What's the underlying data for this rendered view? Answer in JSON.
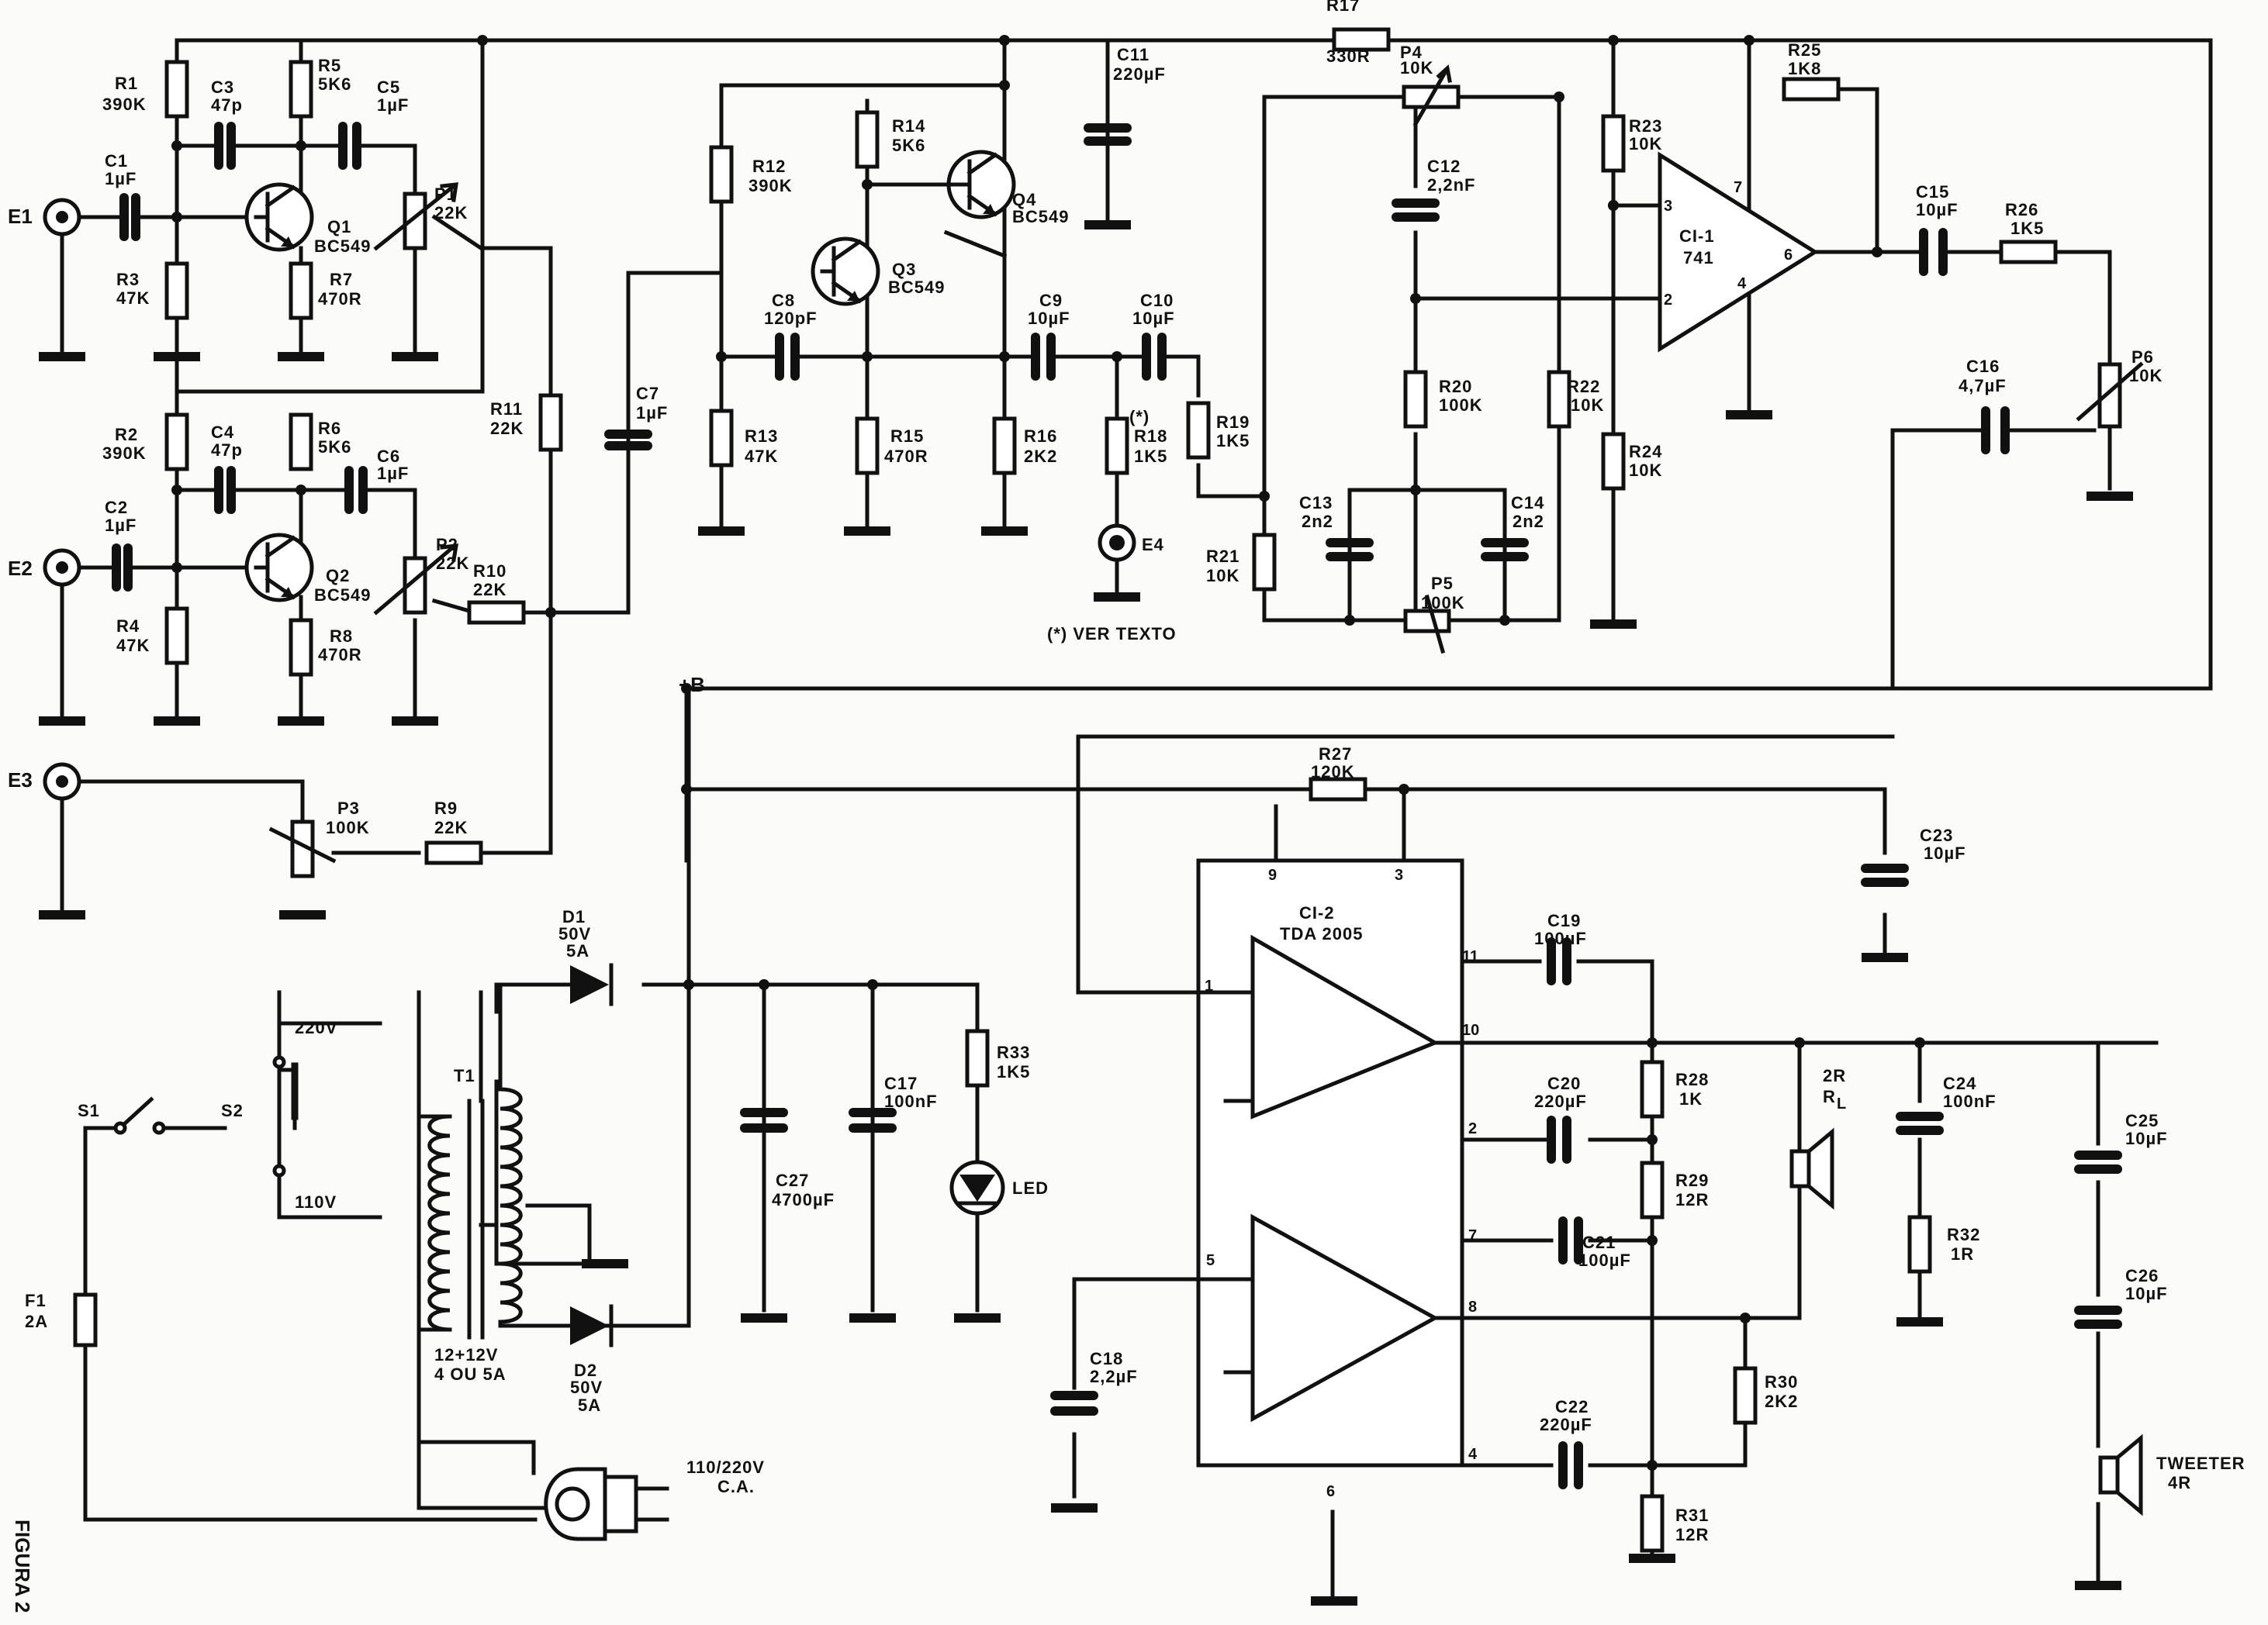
{
  "figure_label": "FIGURA 2",
  "note": "(*) VER TEXTO",
  "supply": {
    "rail": "+B",
    "mains": "110/220V",
    "mains_sub": "C.A."
  },
  "inputs": {
    "e1": "E1",
    "e2": "E2",
    "e3": "E3",
    "e4": "E4"
  },
  "transistors": {
    "q1": {
      "ref": "Q1",
      "type": "BC549"
    },
    "q2": {
      "ref": "Q2",
      "type": "BC549"
    },
    "q3": {
      "ref": "Q3",
      "type": "BC549"
    },
    "q4": {
      "ref": "Q4",
      "type": "BC549"
    }
  },
  "resistors": {
    "r1": {
      "ref": "R1",
      "val": "390K"
    },
    "r2": {
      "ref": "R2",
      "val": "390K"
    },
    "r3": {
      "ref": "R3",
      "val": "47K"
    },
    "r4": {
      "ref": "R4",
      "val": "47K"
    },
    "r5": {
      "ref": "R5",
      "val": "5K6"
    },
    "r6": {
      "ref": "R6",
      "val": "5K6"
    },
    "r7": {
      "ref": "R7",
      "val": "470R"
    },
    "r8": {
      "ref": "R8",
      "val": "470R"
    },
    "r9": {
      "ref": "R9",
      "val": "22K"
    },
    "r10": {
      "ref": "R10",
      "val": "22K"
    },
    "r11": {
      "ref": "R11",
      "val": "22K"
    },
    "r12": {
      "ref": "R12",
      "val": "390K"
    },
    "r13": {
      "ref": "R13",
      "val": "47K"
    },
    "r14": {
      "ref": "R14",
      "val": "5K6"
    },
    "r15": {
      "ref": "R15",
      "val": "470R"
    },
    "r16": {
      "ref": "R16",
      "val": "2K2"
    },
    "r17": {
      "ref": "R17",
      "val": "330R"
    },
    "r18": {
      "ref": "R18",
      "val": "1K5",
      "mark": "(*)"
    },
    "r19": {
      "ref": "R19",
      "val": "1K5"
    },
    "r20": {
      "ref": "R20",
      "val": "100K"
    },
    "r21": {
      "ref": "R21",
      "val": "10K"
    },
    "r22": {
      "ref": "R22",
      "val": "10K"
    },
    "r23": {
      "ref": "R23",
      "val": "10K"
    },
    "r24": {
      "ref": "R24",
      "val": "10K"
    },
    "r25": {
      "ref": "R25",
      "val": "1K8"
    },
    "r26": {
      "ref": "R26",
      "val": "1K5"
    },
    "r27": {
      "ref": "R27",
      "val": "120K"
    },
    "r28": {
      "ref": "R28",
      "val": "1K"
    },
    "r29": {
      "ref": "R29",
      "val": "12R"
    },
    "r30": {
      "ref": "R30",
      "val": "2K2"
    },
    "r31": {
      "ref": "R31",
      "val": "12R"
    },
    "r32": {
      "ref": "R32",
      "val": "1R"
    },
    "r33": {
      "ref": "R33",
      "val": "1K5"
    }
  },
  "pots": {
    "p1": {
      "ref": "P1",
      "val": "22K"
    },
    "p2": {
      "ref": "P2",
      "val": "22K"
    },
    "p3": {
      "ref": "P3",
      "val": "100K"
    },
    "p4": {
      "ref": "P4",
      "val": "10K"
    },
    "p5": {
      "ref": "P5",
      "val": "100K"
    },
    "p6": {
      "ref": "P6",
      "val": "10K"
    }
  },
  "capacitors": {
    "c1": {
      "ref": "C1",
      "val": "1µF"
    },
    "c2": {
      "ref": "C2",
      "val": "1µF"
    },
    "c3": {
      "ref": "C3",
      "val": "47p"
    },
    "c4": {
      "ref": "C4",
      "val": "47p"
    },
    "c5": {
      "ref": "C5",
      "val": "1µF"
    },
    "c6": {
      "ref": "C6",
      "val": "1µF"
    },
    "c7": {
      "ref": "C7",
      "val": "1µF"
    },
    "c8": {
      "ref": "C8",
      "val": "120pF"
    },
    "c9": {
      "ref": "C9",
      "val": "10µF"
    },
    "c10": {
      "ref": "C10",
      "val": "10µF"
    },
    "c11": {
      "ref": "C11",
      "val": "220µF"
    },
    "c12": {
      "ref": "C12",
      "val": "2,2nF"
    },
    "c13": {
      "ref": "C13",
      "val": "2n2"
    },
    "c14": {
      "ref": "C14",
      "val": "2n2"
    },
    "c15": {
      "ref": "C15",
      "val": "10µF"
    },
    "c16": {
      "ref": "C16",
      "val": "4,7µF"
    },
    "c17": {
      "ref": "C17",
      "val": "100nF"
    },
    "c18": {
      "ref": "C18",
      "val": "2,2µF"
    },
    "c19": {
      "ref": "C19",
      "val": "100µF"
    },
    "c20": {
      "ref": "C20",
      "val": "220µF"
    },
    "c21": {
      "ref": "C21",
      "val": "100µF"
    },
    "c22": {
      "ref": "C22",
      "val": "220µF"
    },
    "c23": {
      "ref": "C23",
      "val": "10µF"
    },
    "c24": {
      "ref": "C24",
      "val": "100nF"
    },
    "c25": {
      "ref": "C25",
      "val": "10µF"
    },
    "c26": {
      "ref": "C26",
      "val": "10µF"
    },
    "c27": {
      "ref": "C27",
      "val": "4700µF"
    }
  },
  "ic1": {
    "ref": "CI-1",
    "type": "741",
    "pins": [
      "3",
      "2",
      "7",
      "4",
      "6"
    ]
  },
  "ic2": {
    "ref": "CI-2",
    "type": "TDA 2005",
    "pins": [
      "9",
      "3",
      "1",
      "11",
      "10",
      "2",
      "7",
      "5",
      "8",
      "4",
      "6"
    ]
  },
  "diodes": {
    "d1": {
      "ref": "D1",
      "v": "50V",
      "a": "5A"
    },
    "d2": {
      "ref": "D2",
      "v": "50V",
      "a": "5A"
    },
    "led": "LED"
  },
  "transformer": {
    "ref": "T1",
    "spec1": "12+12V",
    "spec2": "4 OU 5A"
  },
  "switches": {
    "s1": "S1",
    "s2": "S2",
    "v220": "220V",
    "v110": "110V"
  },
  "fuse": {
    "ref": "F1",
    "val": "2A"
  },
  "speakers": {
    "main": {
      "val": "2R",
      "name": "R",
      "sub": "L"
    },
    "tweeter": {
      "name": "TWEETER",
      "val": "4R"
    }
  }
}
